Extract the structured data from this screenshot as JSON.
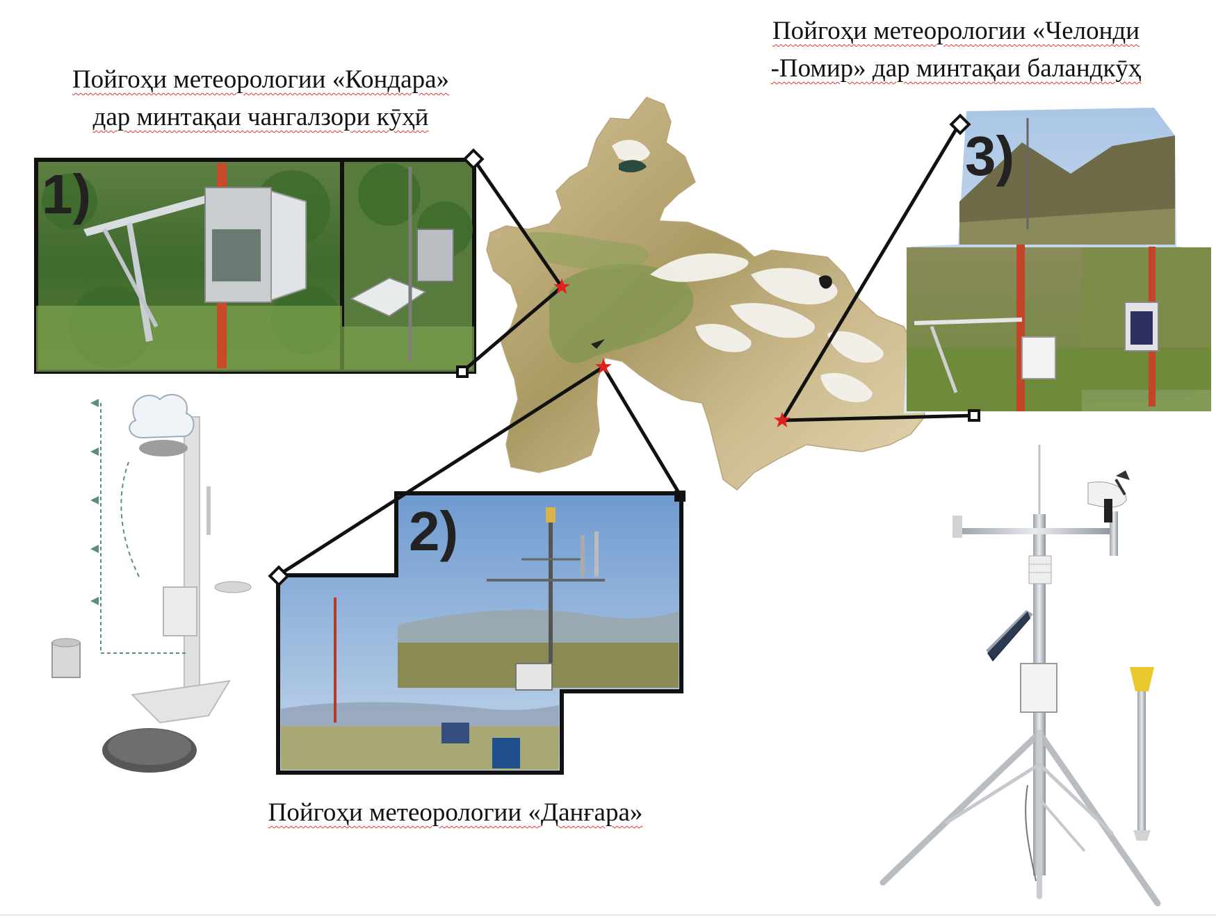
{
  "captions": {
    "station_1_line1": "Пойгоҳи метеорологии «Кондара»",
    "station_1_line2": "дар минтақаи чангалзори кӯҳӣ",
    "station_2": "Пойгоҳи метеорологии «Данғара»",
    "station_3_line1": "Пойгоҳи метеорологии «Челонди",
    "station_3_line2": "-Помир» дар минтақаи баландкӯҳ"
  },
  "badges": {
    "station_1": "1)",
    "station_2": "2)",
    "station_3": "3)"
  },
  "icons": {
    "station_marker": "star-icon",
    "callout_end": "square-marker-icon"
  },
  "colors": {
    "marker": "#e0201c",
    "callout_line": "#111111",
    "terrain_low": "#cbb58a",
    "terrain_mid": "#8c9a5a",
    "snow": "#f4f4f0",
    "spelling_underline": "#e03030"
  }
}
